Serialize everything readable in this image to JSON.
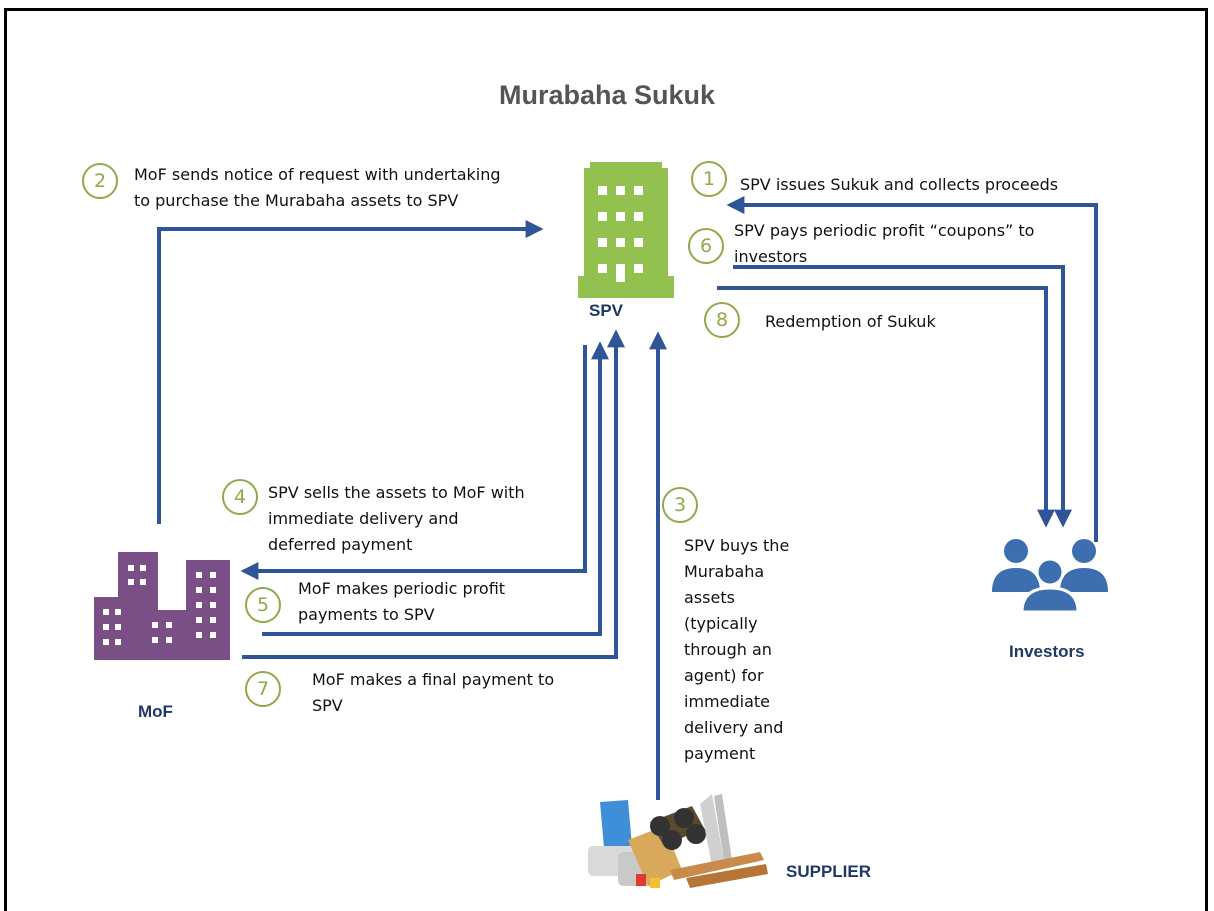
{
  "title": "Murabaha Sukuk",
  "colors": {
    "arrow": "#2f5597",
    "step_circle": "#8faa4a",
    "spv_building": "#92c150",
    "mof_building": "#7a4f86",
    "investors": "#3d6fb0",
    "labels": "#1f3864"
  },
  "entities": {
    "spv": {
      "label": "SPV",
      "icon": "office-building-icon"
    },
    "mof": {
      "label": "MoF",
      "icon": "city-buildings-icon"
    },
    "investors": {
      "label": "Investors",
      "icon": "people-group-icon"
    },
    "supplier": {
      "label": "SUPPLIER",
      "icon": "construction-materials-icon"
    }
  },
  "steps": [
    {
      "number": "1",
      "lines": [
        "SPV issues Sukuk and collects proceeds"
      ]
    },
    {
      "number": "2",
      "lines": [
        "MoF sends notice of request with undertaking",
        "to purchase the Murabaha assets to SPV"
      ]
    },
    {
      "number": "3",
      "lines": [
        "SPV buys the",
        "Murabaha",
        "assets",
        "(typically",
        "through an",
        "agent) for",
        "immediate",
        "delivery and",
        "payment"
      ]
    },
    {
      "number": "4",
      "lines": [
        "SPV sells the assets to MoF with",
        "immediate delivery and",
        "deferred  payment"
      ]
    },
    {
      "number": "5",
      "lines": [
        "MoF makes periodic profit",
        "payments to SPV"
      ]
    },
    {
      "number": "6",
      "lines": [
        "SPV pays periodic  profit “coupons” to",
        "investors"
      ]
    },
    {
      "number": "7",
      "lines": [
        "MoF makes a final payment to",
        "SPV"
      ]
    },
    {
      "number": "8",
      "lines": [
        "Redemption of Sukuk"
      ]
    }
  ]
}
